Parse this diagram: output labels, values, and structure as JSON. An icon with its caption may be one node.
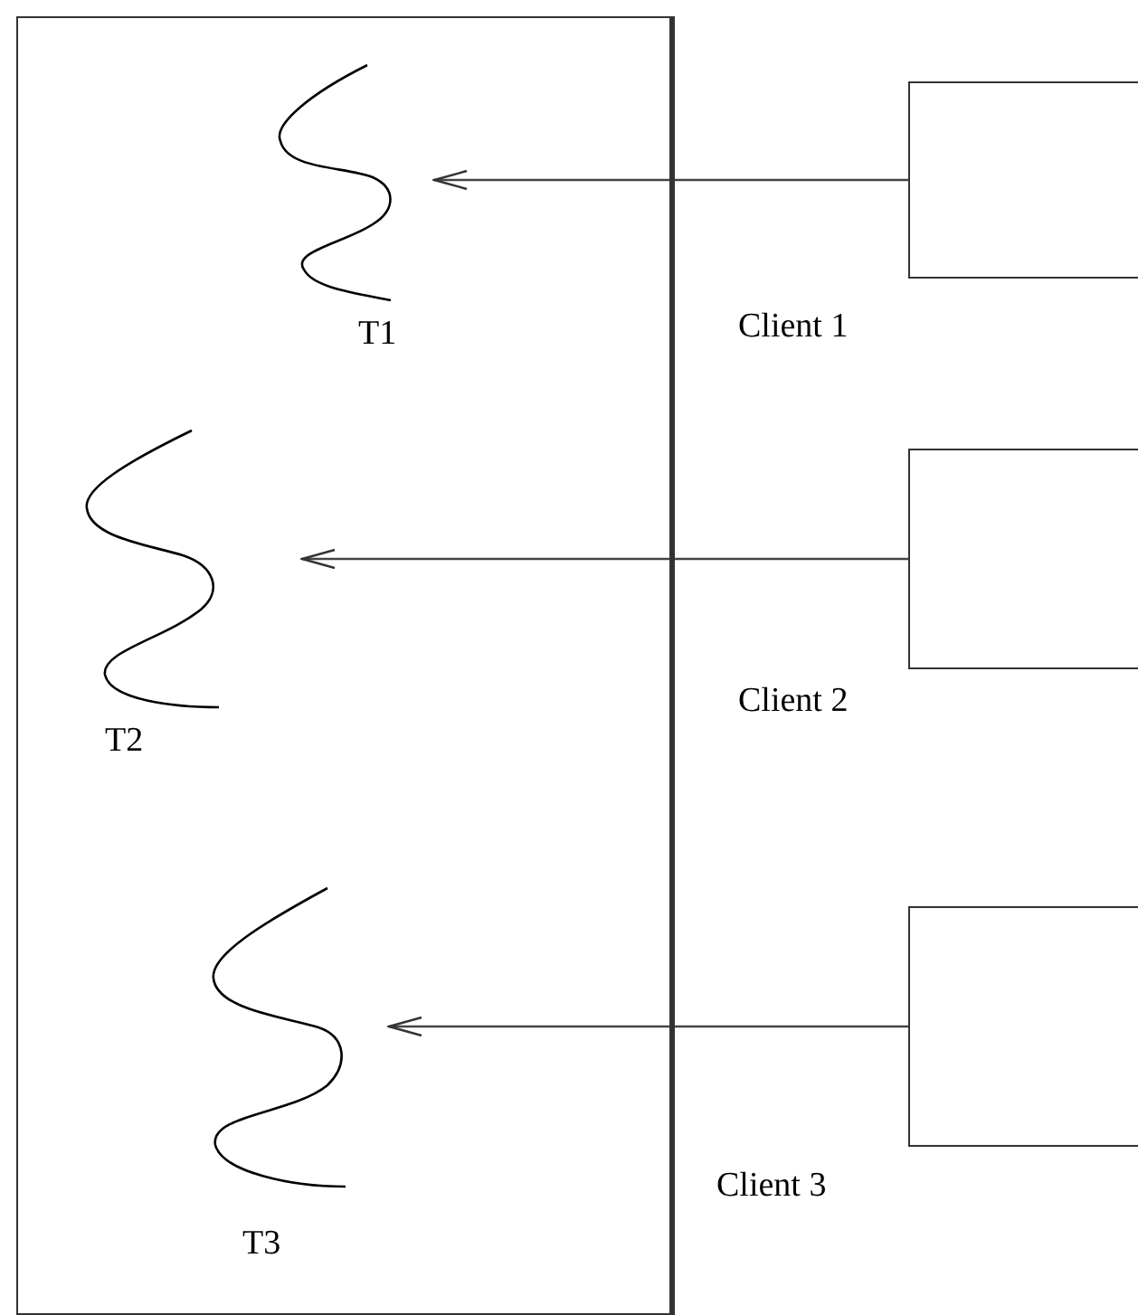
{
  "diagram": {
    "nodes": [
      {
        "text": [],
        "shape": "box"
      },
      {
        "text": [
          "T1"
        ],
        "in": 0
      },
      {
        "text": [
          "T2"
        ],
        "in": 0
      },
      {
        "text": [
          "T3"
        ],
        "in": 0
      },
      {
        "text": [],
        "shape": "box",
        "beside": [
          "Client 1"
        ]
      },
      {
        "text": [],
        "shape": "box",
        "beside": [
          "Client 2"
        ]
      },
      {
        "text": [],
        "shape": "box",
        "beside": [
          "Client 3"
        ]
      }
    ],
    "edges": [
      {
        "from": 4,
        "to": 1,
        "arrow": "to"
      },
      {
        "from": 5,
        "to": 2,
        "arrow": "to"
      },
      {
        "from": 6,
        "to": 3,
        "arrow": "to"
      }
    ]
  }
}
